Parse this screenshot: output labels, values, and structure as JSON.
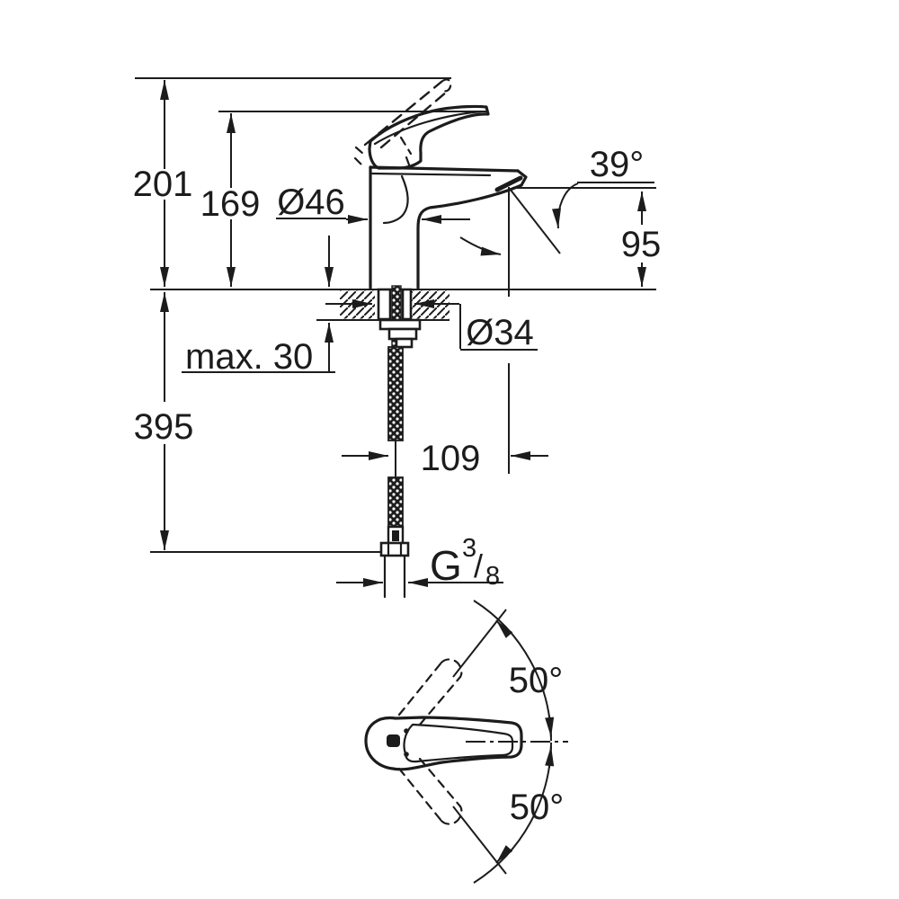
{
  "drawing": {
    "kind": "faucet technical dimension drawing",
    "colors": {
      "ink": "#1c1c1c",
      "paper": "#ffffff"
    },
    "side_view": {
      "total_height": "201",
      "lever_height": "169",
      "body_diameter": "Ø46",
      "spout_angle": "39°",
      "outlet_height": "95",
      "deck_thickness": "max. 30",
      "hole_diameter": "Ø34",
      "hose_depth": "395",
      "projection": "109",
      "thread_g": "G",
      "thread_num": "3",
      "thread_slash": "/",
      "thread_den": "8"
    },
    "top_view": {
      "swivel_upper": "50°",
      "swivel_lower": "50°"
    }
  }
}
